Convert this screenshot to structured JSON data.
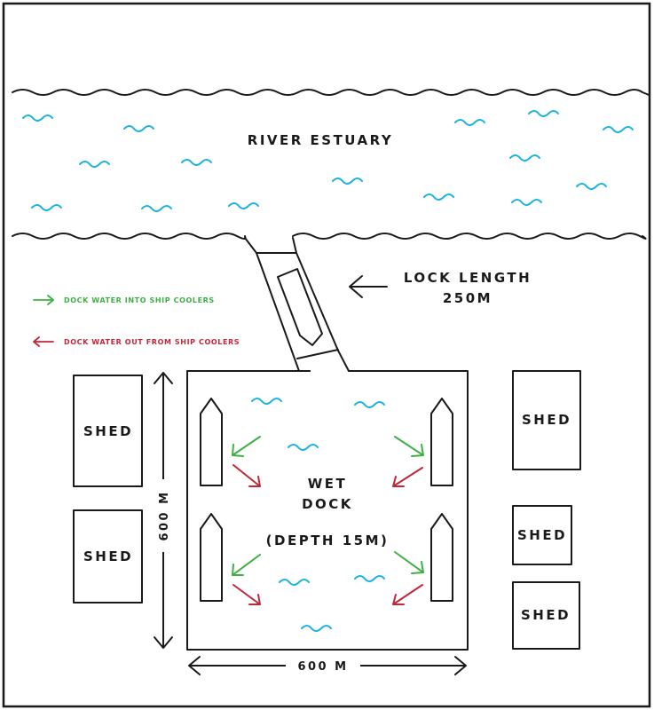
{
  "labels": {
    "river": "RIVER ESTUARY",
    "lock_line1": "LOCK LENGTH",
    "lock_line2": "250M",
    "wet_line1": "WET",
    "wet_line2": "DOCK",
    "wet_line3": "(DEPTH 15M)",
    "dim_horizontal": "600 M",
    "dim_vertical": "600 M",
    "shed": "SHED"
  },
  "legend": [
    {
      "text": "DOCK WATER INTO SHIP COOLERS",
      "color": "#3cb043"
    },
    {
      "text": "DOCK WATER OUT FROM SHIP COOLERS",
      "color": "#c0283a"
    }
  ],
  "colors": {
    "water": "#1bb3e0",
    "inflow": "#3cb043",
    "outflow": "#c0283a",
    "line": "#1a1a1a"
  },
  "shed_count": 5,
  "ship_count": 4
}
